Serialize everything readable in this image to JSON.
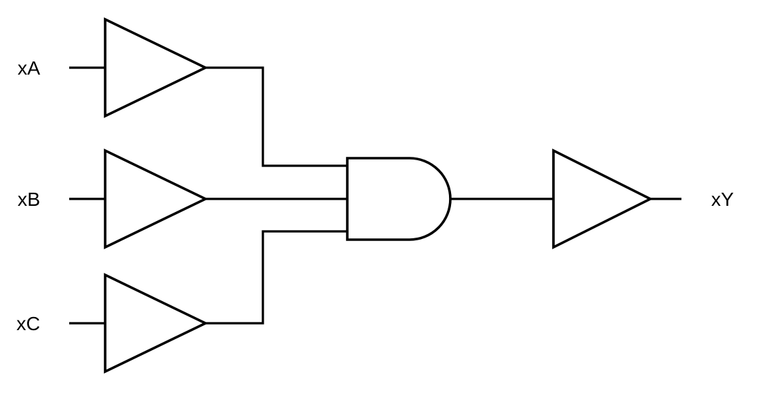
{
  "diagram": {
    "colors": {
      "line": "#000000",
      "background": "#ffffff"
    },
    "inputs": [
      {
        "label": "xA"
      },
      {
        "label": "xB"
      },
      {
        "label": "xC"
      }
    ],
    "output": {
      "label": "xY"
    }
  }
}
